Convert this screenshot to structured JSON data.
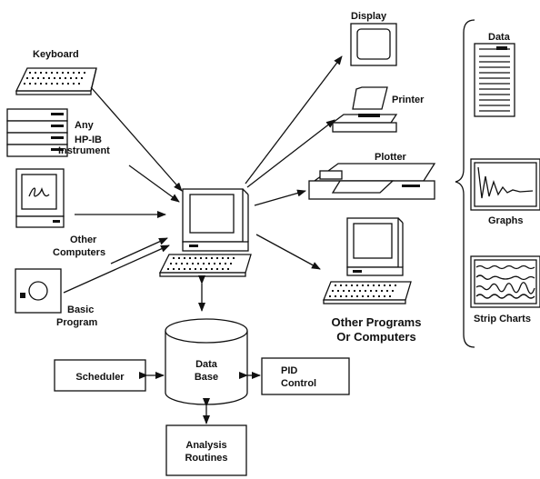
{
  "labels": {
    "keyboard": "Keyboard",
    "any": "Any",
    "hpib": "HP-IB",
    "instrument": "Instrument",
    "other": "Other",
    "computers": "Computers",
    "basic": "Basic",
    "program": "Program",
    "display": "Display",
    "printer": "Printer",
    "plotter": "Plotter",
    "other_programs_1": "Other Programs",
    "other_programs_2": "Or Computers",
    "data": "Data",
    "graphs": "Graphs",
    "strip_charts": "Strip Charts",
    "data_base_1": "Data",
    "data_base_2": "Base",
    "scheduler": "Scheduler",
    "pid_1": "PID",
    "pid_2": "Control",
    "analysis_1": "Analysis",
    "analysis_2": "Routines"
  }
}
